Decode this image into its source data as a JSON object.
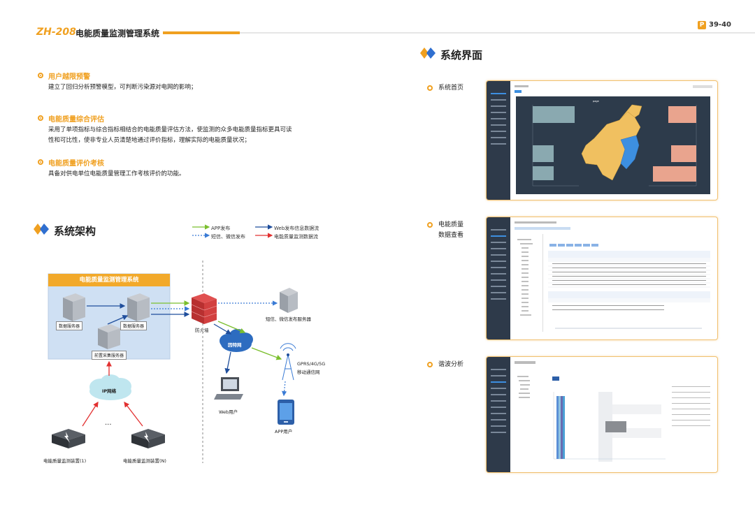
{
  "header": {
    "model": "ZH-208",
    "title": "电能质量监测管理系统",
    "page_badge": "P",
    "page_numbers": "39-40"
  },
  "features": [
    {
      "title": "用户越限预警",
      "desc": [
        "建立了回归分析预警模型，可判断污染源对电网的影响；"
      ]
    },
    {
      "title": "电能质量综合评估",
      "desc": [
        "采用了单项指标与综合指标相结合的电能质量评估方法，使监测的众多电能质量指标更具可读",
        "性和可比性，使非专业人员清楚地通过评价指标，理解实际的电能质量状况；"
      ]
    },
    {
      "title": "电能质量评价考核",
      "desc": [
        "具备对供电单位电能质量管理工作考核评价的功能。"
      ]
    }
  ],
  "architecture": {
    "section_title": "系统架构",
    "legend": {
      "app": "APP发布",
      "web": "Web发布信息数据流",
      "sms": "短信、微信发布",
      "pq": "电能质量监测数据流"
    },
    "system_box_title": "电能质量监测管理系统",
    "nodes": {
      "db1": "数据服务器",
      "db2": "数据服务器",
      "frontend": "前置采集服务器",
      "firewall": "防火墙",
      "sms_server": "短信、微信发布服务器",
      "internet": "因特网",
      "mobile": "GPRS/4G/5G",
      "mobile2": "移动通信网",
      "web_user": "Web用户",
      "app_user": "APP用户",
      "ip_network": "IP网络",
      "device1": "电能质量监测装置(1)",
      "deviceN": "电能质量监测装置(N)",
      "ellipsis": "···"
    },
    "colors": {
      "app": "#7bbf2e",
      "web": "#1f4e9c",
      "sms": "#3a7bd5",
      "pq": "#e23030"
    }
  },
  "interface": {
    "section_title": "系统界面",
    "screens": [
      {
        "label": "系统首页"
      },
      {
        "label_line1": "电能质量",
        "label_line2": "数据查看"
      },
      {
        "label": "谐波分析"
      }
    ]
  },
  "accent_color": "#f0a020"
}
